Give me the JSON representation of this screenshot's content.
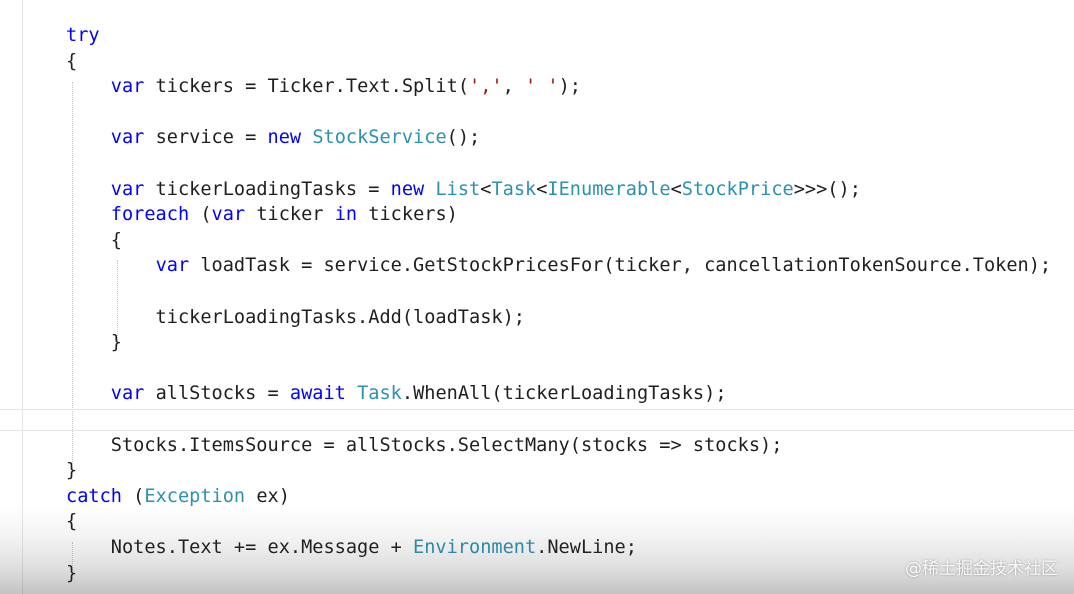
{
  "code": {
    "lines": [
      [
        {
          "t": "try",
          "c": "kw"
        }
      ],
      [
        {
          "t": "{",
          "c": ""
        }
      ],
      [
        {
          "t": "    ",
          "c": ""
        },
        {
          "t": "var",
          "c": "kw"
        },
        {
          "t": " tickers = Ticker.Text.Split(",
          "c": ""
        },
        {
          "t": "','",
          "c": "st"
        },
        {
          "t": ", ",
          "c": ""
        },
        {
          "t": "' '",
          "c": "st"
        },
        {
          "t": ");",
          "c": ""
        }
      ],
      [],
      [
        {
          "t": "    ",
          "c": ""
        },
        {
          "t": "var",
          "c": "kw"
        },
        {
          "t": " service = ",
          "c": ""
        },
        {
          "t": "new",
          "c": "kw"
        },
        {
          "t": " ",
          "c": ""
        },
        {
          "t": "StockService",
          "c": "ty"
        },
        {
          "t": "();",
          "c": ""
        }
      ],
      [],
      [
        {
          "t": "    ",
          "c": ""
        },
        {
          "t": "var",
          "c": "kw"
        },
        {
          "t": " tickerLoadingTasks = ",
          "c": ""
        },
        {
          "t": "new",
          "c": "kw"
        },
        {
          "t": " ",
          "c": ""
        },
        {
          "t": "List",
          "c": "ty"
        },
        {
          "t": "<",
          "c": ""
        },
        {
          "t": "Task",
          "c": "ty"
        },
        {
          "t": "<",
          "c": ""
        },
        {
          "t": "IEnumerable",
          "c": "ty"
        },
        {
          "t": "<",
          "c": ""
        },
        {
          "t": "StockPrice",
          "c": "ty"
        },
        {
          "t": ">>>();",
          "c": ""
        }
      ],
      [
        {
          "t": "    ",
          "c": ""
        },
        {
          "t": "foreach",
          "c": "kw"
        },
        {
          "t": " (",
          "c": ""
        },
        {
          "t": "var",
          "c": "kw"
        },
        {
          "t": " ticker ",
          "c": ""
        },
        {
          "t": "in",
          "c": "kw"
        },
        {
          "t": " tickers)",
          "c": ""
        }
      ],
      [
        {
          "t": "    {",
          "c": ""
        }
      ],
      [
        {
          "t": "        ",
          "c": ""
        },
        {
          "t": "var",
          "c": "kw"
        },
        {
          "t": " loadTask = service.GetStockPricesFor(ticker, cancellationTokenSource.Token);",
          "c": ""
        }
      ],
      [],
      [
        {
          "t": "        tickerLoadingTasks.Add(loadTask);",
          "c": ""
        }
      ],
      [
        {
          "t": "    }",
          "c": ""
        }
      ],
      [],
      [
        {
          "t": "    ",
          "c": ""
        },
        {
          "t": "var",
          "c": "kw"
        },
        {
          "t": " allStocks = ",
          "c": ""
        },
        {
          "t": "await",
          "c": "kw"
        },
        {
          "t": " ",
          "c": ""
        },
        {
          "t": "Task",
          "c": "ty"
        },
        {
          "t": ".WhenAll(tickerLoadingTasks);",
          "c": ""
        }
      ],
      [],
      [
        {
          "t": "    Stocks.ItemsSource = allStocks.SelectMany(stocks => stocks);",
          "c": ""
        }
      ],
      [
        {
          "t": "}",
          "c": ""
        }
      ],
      [
        {
          "t": "catch",
          "c": "kw"
        },
        {
          "t": " (",
          "c": ""
        },
        {
          "t": "Exception",
          "c": "ty"
        },
        {
          "t": " ex)",
          "c": ""
        }
      ],
      [
        {
          "t": "{",
          "c": ""
        }
      ],
      [
        {
          "t": "    Notes.Text += ex.Message + ",
          "c": ""
        },
        {
          "t": "Environment",
          "c": "ty"
        },
        {
          "t": ".NewLine;",
          "c": ""
        }
      ],
      [
        {
          "t": "}",
          "c": ""
        }
      ]
    ]
  },
  "colors": {
    "keyword": "#0000ff",
    "type": "#2b91af",
    "string": "#a31515",
    "text": "#1e1e1e"
  },
  "watermark": {
    "text": "@稀土掘金技术社区"
  }
}
